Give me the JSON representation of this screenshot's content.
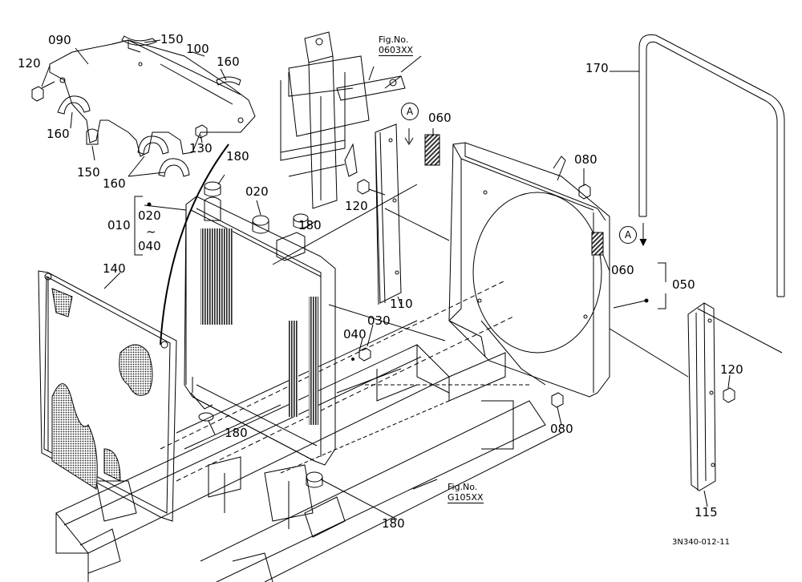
{
  "drawing_number": "3N340-012-11",
  "figure_refs": [
    {
      "title": "Fig.No.",
      "code": "0603XX"
    },
    {
      "title": "Fig.No.",
      "code": "G105XX"
    }
  ],
  "section_marker": "A",
  "range_symbol": "~",
  "part_labels": {
    "p090": "090",
    "p150a": "150",
    "p100": "100",
    "p120a": "120",
    "p160a": "160",
    "p160b": "160",
    "p150b": "150",
    "p130": "130",
    "p160c": "160",
    "p180a": "180",
    "p020a": "020",
    "p010": "010",
    "p020b": "020",
    "p040a": "040",
    "p180b": "180",
    "p120b": "120",
    "p060a": "060",
    "p080a": "080",
    "p170": "170",
    "p060b": "060",
    "p050": "050",
    "p110": "110",
    "p140": "140",
    "p040b": "040",
    "p030": "030",
    "p180c": "180",
    "p080b": "080",
    "p120c": "120",
    "p115": "115",
    "p180d": "180"
  },
  "colors": {
    "line": "#000000",
    "background": "#ffffff",
    "hatch_pattern": "#333333"
  }
}
